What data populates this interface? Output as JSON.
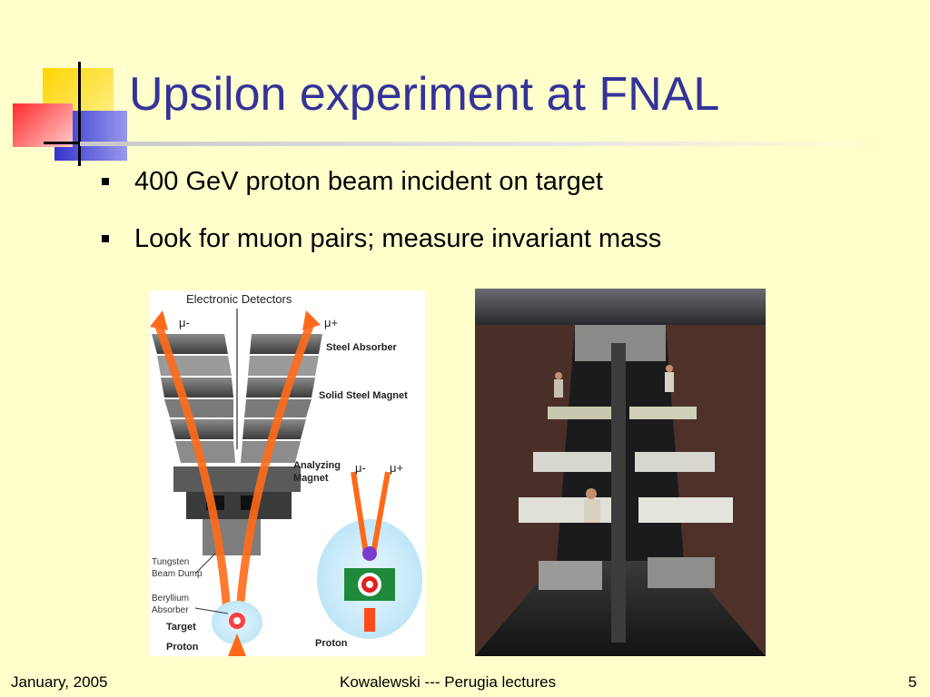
{
  "slide": {
    "title": "Upsilon experiment at FNAL",
    "bullets": [
      "400 GeV proton beam incident on target",
      "Look for muon pairs; measure invariant mass"
    ]
  },
  "diagram": {
    "labels": {
      "electronic_detectors": "Electronic Detectors",
      "mu_minus": "μ-",
      "mu_plus": "μ+",
      "steel_absorber": "Steel Absorber",
      "solid_steel_magnet": "Solid Steel Magnet",
      "analyzing_magnet_line1": "Analyzing",
      "analyzing_magnet_line2": "Magnet",
      "tungsten_line1": "Tungsten",
      "tungsten_line2": "Beam Dump",
      "beryllium_line1": "Beryllium",
      "beryllium_line2": "Absorber",
      "target": "Target",
      "proton": "Proton",
      "inset_mu_minus": "μ-",
      "inset_mu_plus": "μ+",
      "inset_proton": "Proton"
    }
  },
  "footer": {
    "left": "January, 2005",
    "center": "Kowalewski --- Perugia lectures",
    "right": "5"
  },
  "colors": {
    "background": "#ffffcc",
    "title": "#333399",
    "track_orange": "#ff6a1a",
    "deco_yellow": "#ffcc00",
    "deco_red": "#ff3333",
    "deco_blue": "#3333cc"
  }
}
